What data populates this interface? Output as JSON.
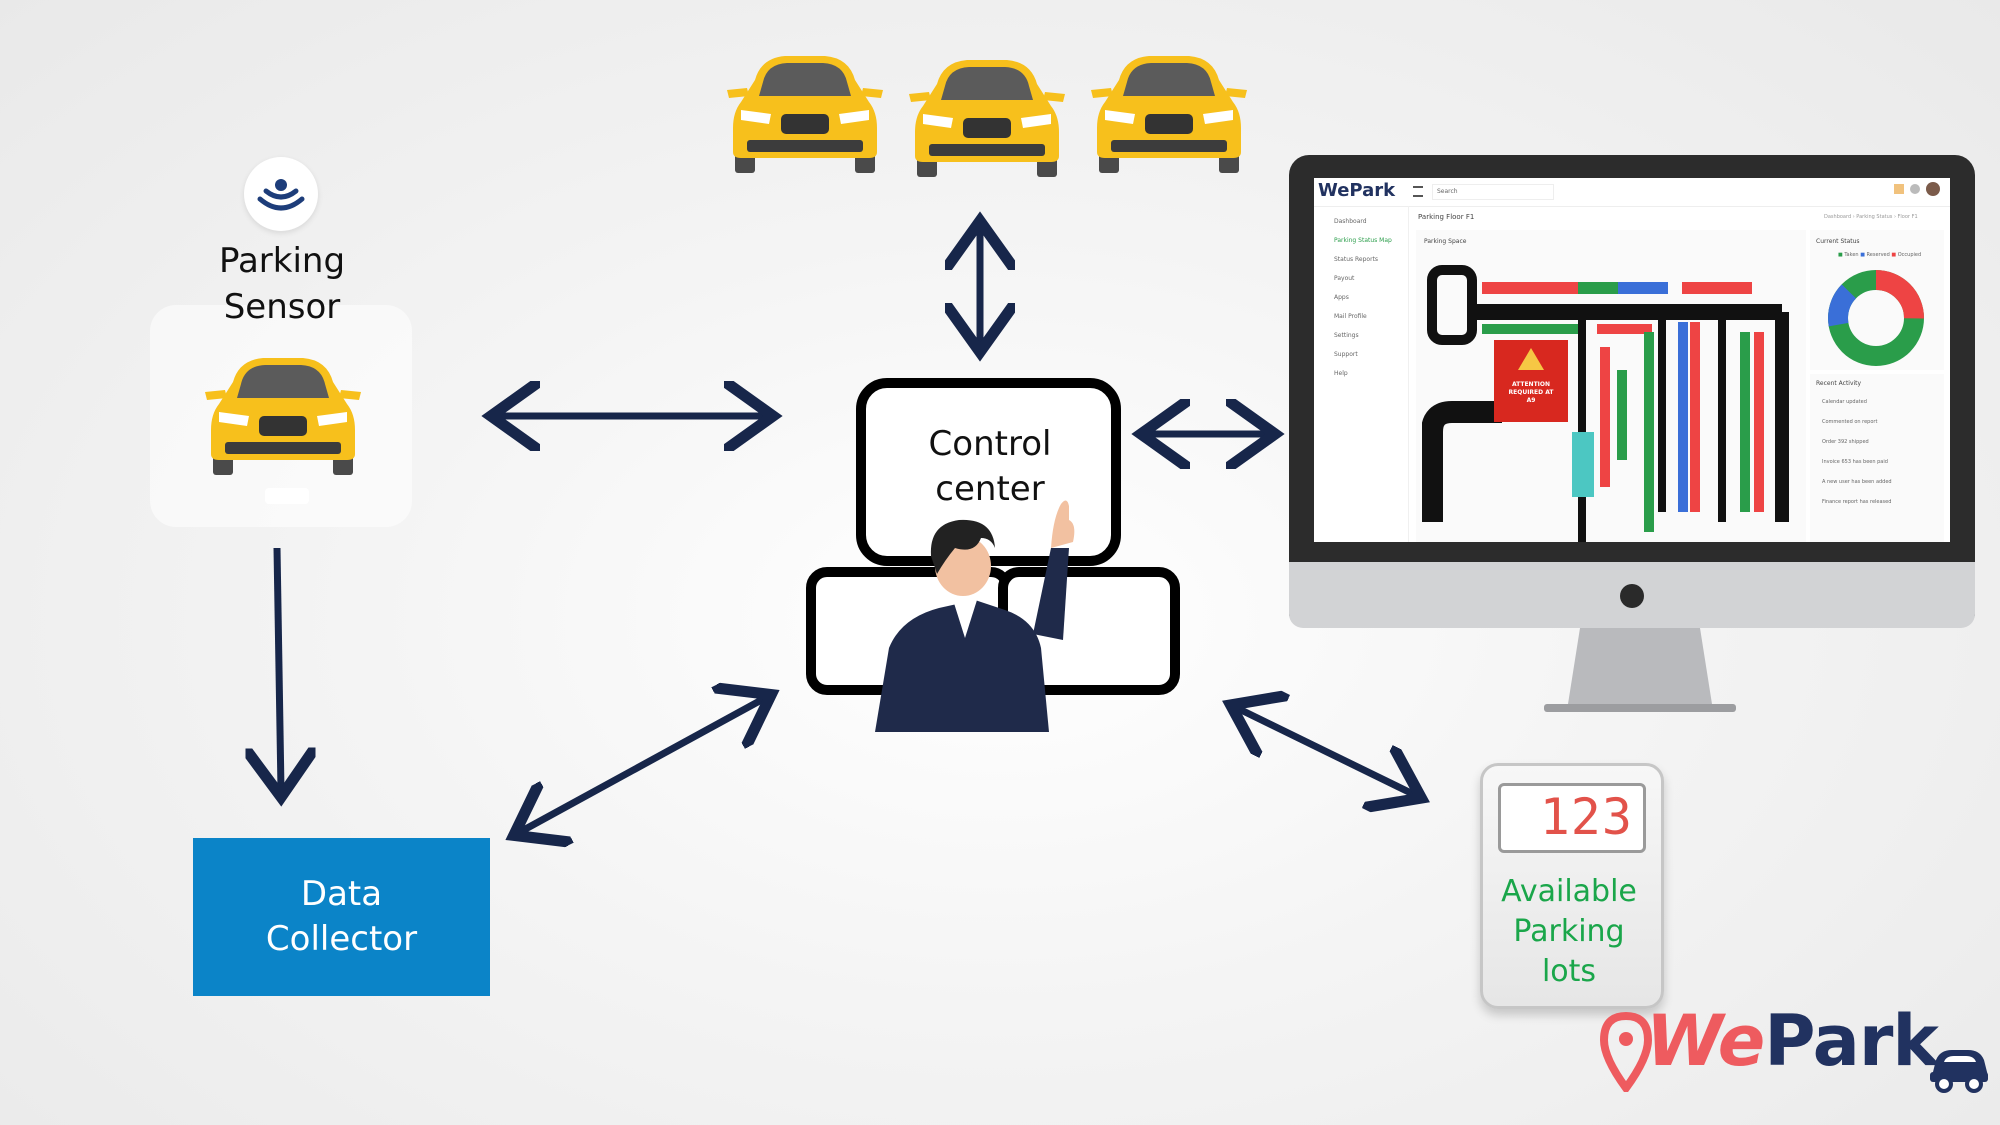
{
  "nodes": {
    "parking_sensor": {
      "label": "Parking\nSensor"
    },
    "control_center": {
      "label": "Control\ncenter"
    },
    "data_collector": {
      "label": "Data\nCollector"
    },
    "available_lots": {
      "label": "Available\nParking\nlots",
      "count": "123"
    }
  },
  "monitor": {
    "app_logo": "WePark",
    "search_placeholder": "Search",
    "page_title": "Parking Floor F1",
    "breadcrumb": "Dashboard  ›  Parking Status  ›  Floor F1",
    "sidebar_items": [
      "Dashboard",
      "Parking Status Map",
      "Status Reports",
      "Payout",
      "Apps",
      "Mail Profile",
      "Settings",
      "Support",
      "Help"
    ],
    "panel_parking_space": "Parking Space",
    "panel_current_status": "Current Status",
    "legend": [
      "Taken",
      "Reserved",
      "Occupied"
    ],
    "alert_text": "ATTENTION\nREQUIRED AT\nA9",
    "recent_activity_title": "Recent Activity",
    "activity_items": [
      "Calendar updated",
      "Commented on report",
      "Order 392 shipped",
      "Invoice 653 has been paid",
      "A new user has been added",
      "Finance report has released"
    ]
  },
  "brand_logo": {
    "we": "We",
    "park": "Park"
  },
  "colors": {
    "arrow": "#17264a",
    "collector_bg": "#0b84c8",
    "counter_text": "#1aa64a",
    "counter_digits": "#e2524a",
    "logo_we": "#ee5b5f",
    "logo_park": "#213260",
    "car_yellow": "#f7c01c"
  },
  "icons": [
    "sensor-wave-icon",
    "car-icon",
    "map-pin-icon",
    "monitor-icon",
    "operator-figure"
  ]
}
